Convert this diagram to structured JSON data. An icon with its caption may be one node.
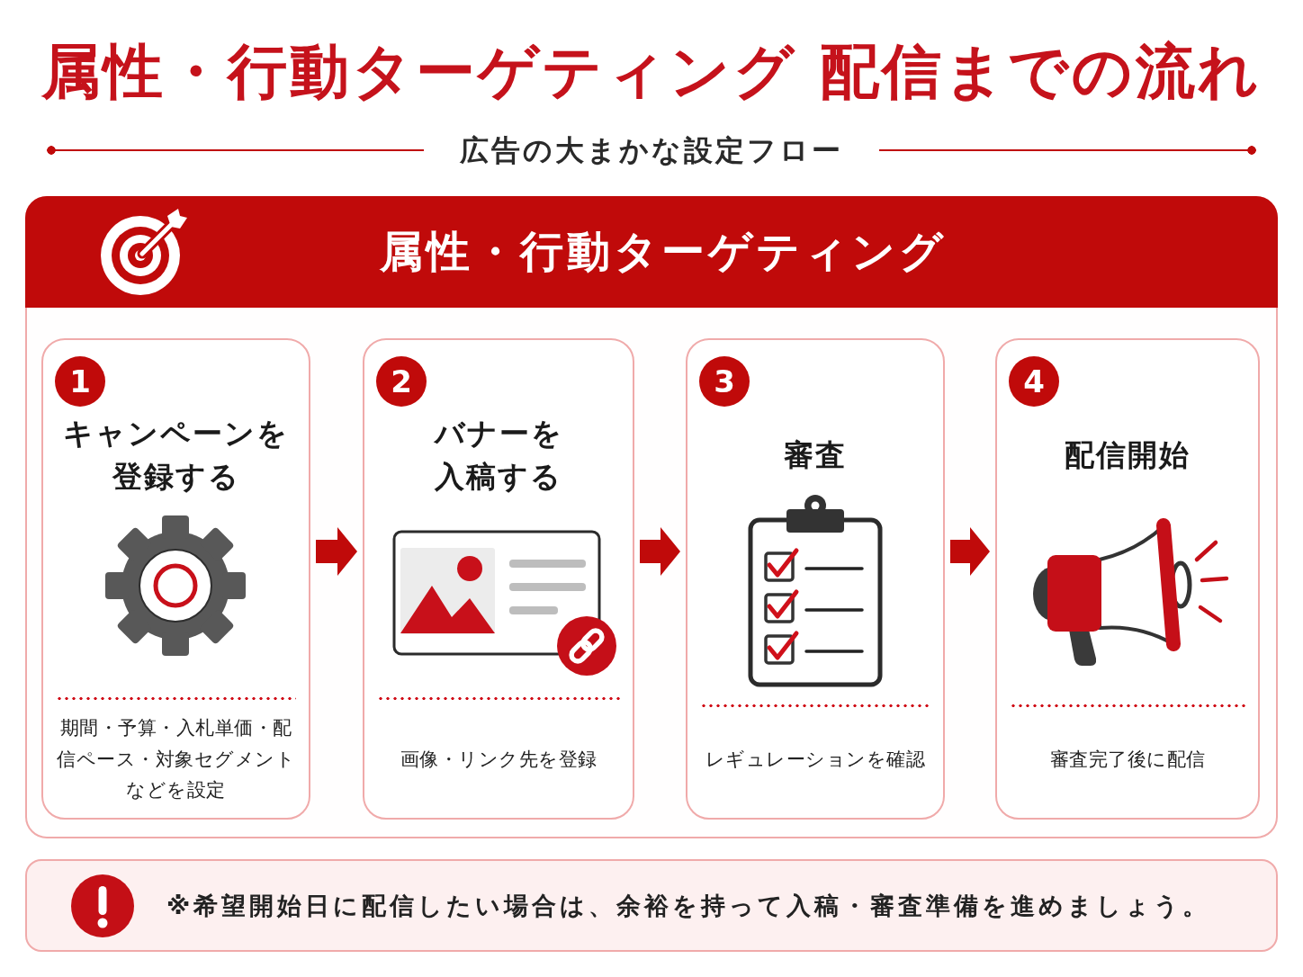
{
  "diagram": {
    "title": "属性・行動ターゲティング 配信までの流れ",
    "nodes": [
      {
        "text": [
          "属性・行動ターゲティング"
        ]
      },
      {
        "text": [
          "1",
          "キャンペーンを登録する",
          "期間・予算・入札単価・配信ペース・対象セグメントなどを設定"
        ],
        "in": 0
      },
      {
        "text": [
          "2",
          "バナーを入稿する",
          "画像・リンク先を登録"
        ],
        "in": 0
      },
      {
        "text": [
          "3",
          "審査",
          "レギュレーションを確認"
        ],
        "in": 0
      },
      {
        "text": [
          "4",
          "配信開始",
          "審査完了後に配信"
        ],
        "in": 0
      },
      {
        "text": [
          "※希望開始日に配信したい場合は、余裕を持って入稿・審査準備を進めましょう。"
        ]
      }
    ],
    "edges": [
      {
        "from": 1,
        "to": 2,
        "arrow": "to"
      },
      {
        "from": 2,
        "to": 3,
        "arrow": "to"
      },
      {
        "from": 3,
        "to": 4,
        "arrow": "to"
      }
    ],
    "labels": [
      "広告の大まかな設定フロー"
    ]
  }
}
